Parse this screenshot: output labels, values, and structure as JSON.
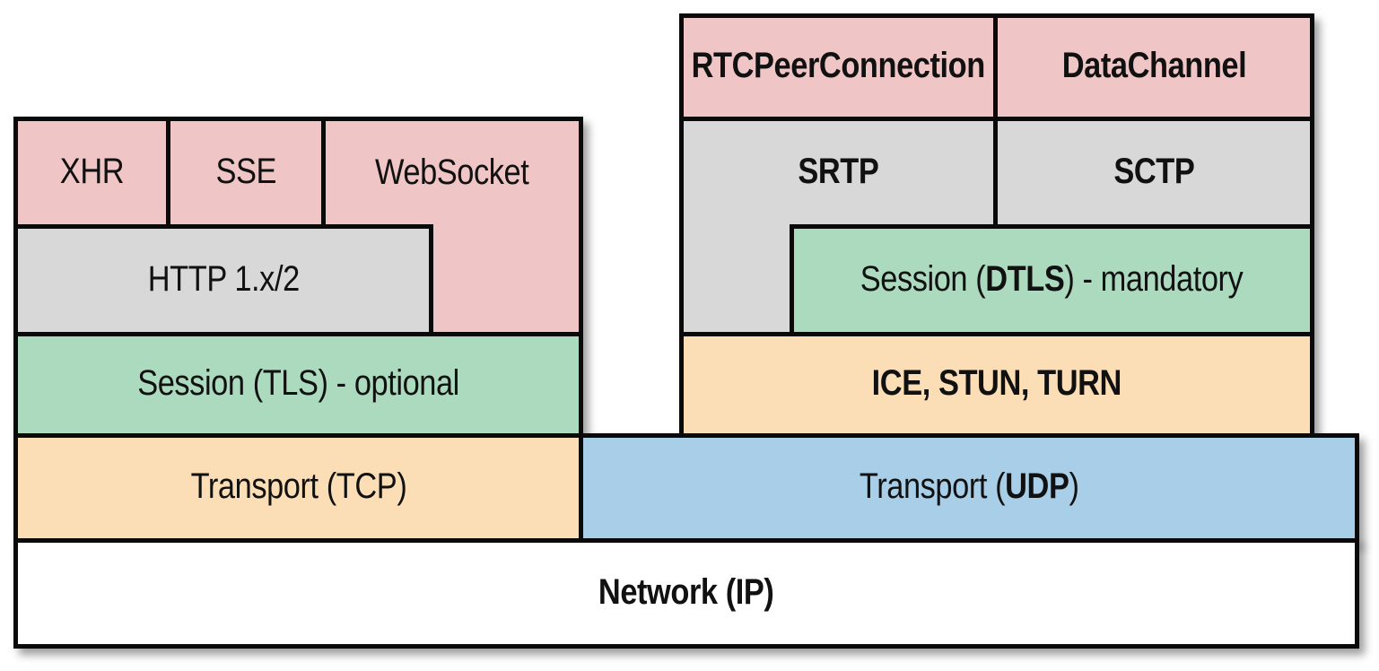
{
  "colors": {
    "app_layer_pink": "#f0c5c6",
    "protocol_gray": "#d8d8d8",
    "session_green": "#abdabf",
    "transport_orange": "#fbdeb5",
    "udp_blue": "#a9cee7",
    "network_white": "#ffffff",
    "border_black": "#0a0a0a"
  },
  "left_stack": {
    "xhr": "XHR",
    "sse": "SSE",
    "websocket": "WebSocket",
    "http": "HTTP 1.x/2",
    "tls": "Session (TLS) - optional",
    "tcp": "Transport (TCP)"
  },
  "right_stack": {
    "rtc_peer_connection": "RTCPeerConnection",
    "data_channel": "DataChannel",
    "srtp": "SRTP",
    "sctp": "SCTP",
    "dtls_pre": "Session (",
    "dtls_bold": "DTLS",
    "dtls_post": ") - mandatory",
    "ice": "ICE, STUN, TURN"
  },
  "shared": {
    "udp_pre": "Transport (",
    "udp_bold": "UDP",
    "udp_post": ")",
    "network": "Network (IP)"
  }
}
